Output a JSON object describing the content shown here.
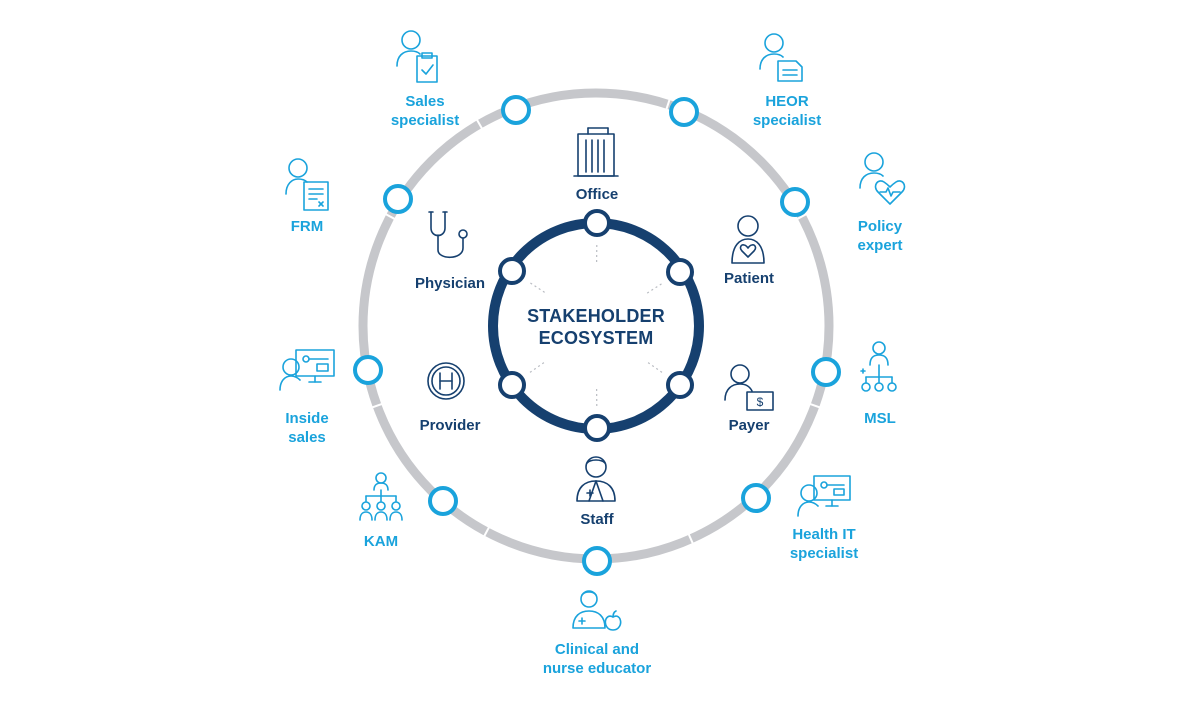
{
  "center": {
    "line1": "STAKEHOLDER",
    "line2": "ECOSYSTEM"
  },
  "inner_roles": {
    "office": "Office",
    "patient": "Patient",
    "payer": "Payer",
    "staff": "Staff",
    "provider": "Provider",
    "physician": "Physician"
  },
  "outer_roles": {
    "sales_specialist": [
      "Sales",
      "specialist"
    ],
    "heor_specialist": [
      "HEOR",
      "specialist"
    ],
    "policy_expert": [
      "Policy",
      "expert"
    ],
    "msl": [
      "MSL"
    ],
    "health_it_specialist": [
      "Health IT",
      "specialist"
    ],
    "clinical_nurse_educator": [
      "Clinical and",
      "nurse educator"
    ],
    "kam": [
      "KAM"
    ],
    "inside_sales": [
      "Inside",
      "sales"
    ],
    "frm": [
      "FRM"
    ]
  },
  "icons": {
    "office": "building-icon",
    "patient": "patient-heart-icon",
    "payer": "payer-dollar-icon",
    "staff": "staff-nurse-icon",
    "provider": "hospital-h-icon",
    "physician": "stethoscope-icon",
    "sales_specialist": "person-clipboard-icon",
    "heor_specialist": "person-document-icon",
    "policy_expert": "person-heart-icon",
    "msl": "org-chart-person-icon",
    "health_it_specialist": "person-monitor-icon",
    "clinical_nurse_educator": "educator-apple-icon",
    "kam": "team-hierarchy-icon",
    "inside_sales": "person-dashboard-icon",
    "frm": "person-report-icon"
  },
  "colors": {
    "outer_blue": "#1aa3dc",
    "inner_navy": "#16406f",
    "ring_gray": "#c6c7cb"
  }
}
